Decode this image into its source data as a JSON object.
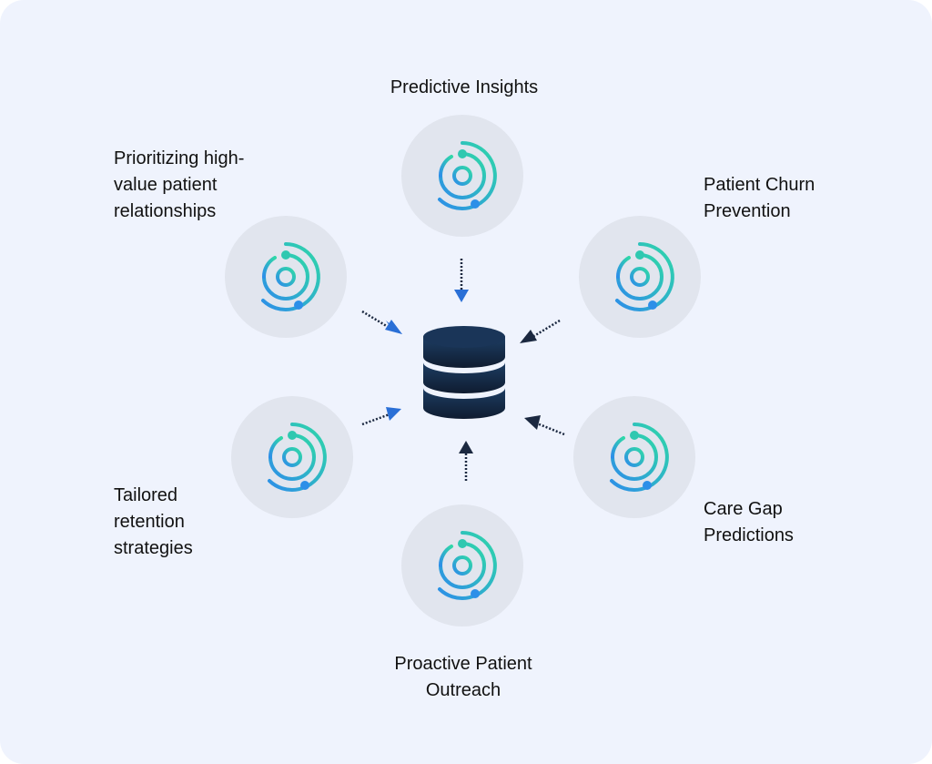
{
  "nodes": [
    {
      "id": "predictive-insights",
      "label": "Predictive Insights",
      "icon": "orbit-icon"
    },
    {
      "id": "patient-churn-prevention",
      "label": "Patient Churn\nPrevention",
      "icon": "orbit-icon"
    },
    {
      "id": "care-gap-predictions",
      "label": "Care Gap\nPredictions",
      "icon": "orbit-icon"
    },
    {
      "id": "proactive-patient-outreach",
      "label": "Proactive Patient\nOutreach",
      "icon": "orbit-icon"
    },
    {
      "id": "tailored-retention-strategies",
      "label": "Tailored\nretention\nstrategies",
      "icon": "orbit-icon"
    },
    {
      "id": "prioritizing-high-value",
      "label": "Prioritizing high-\nvalue patient\nrelationships",
      "icon": "orbit-icon"
    }
  ],
  "hub": {
    "icon": "database-icon"
  },
  "colors": {
    "background": "#eff3fd",
    "node_fill": "#e1e5ee",
    "gradient_start": "#2d8fe8",
    "gradient_end": "#2fd8a8",
    "arrow_dark": "#1b2840",
    "arrow_blue": "#2a6fd6",
    "hub_top": "#1d3d63",
    "hub_bottom": "#0f1c30"
  }
}
